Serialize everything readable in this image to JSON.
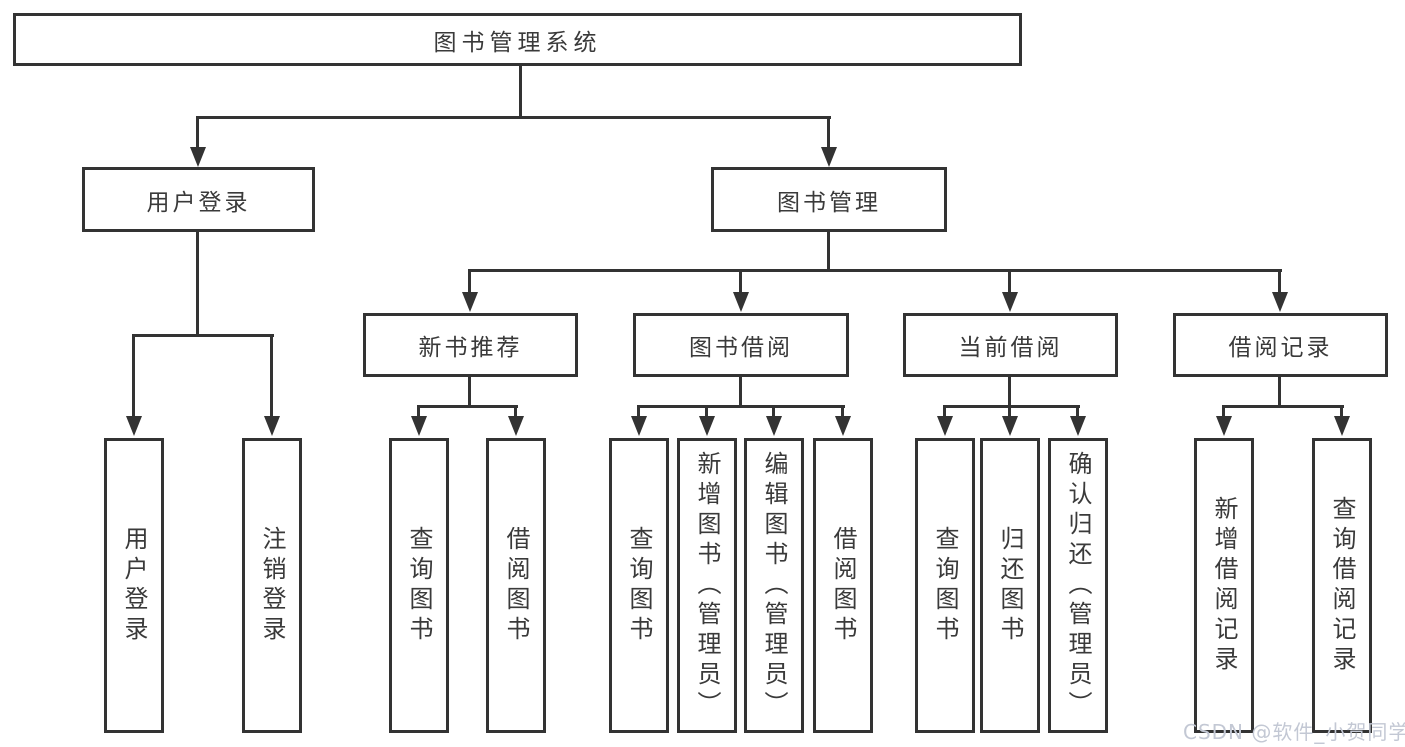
{
  "diagram": {
    "root": {
      "label": "图书管理系统"
    },
    "branches": [
      {
        "label": "用户登录",
        "children": [
          {
            "label": "用户登录"
          },
          {
            "label": "注销登录"
          }
        ]
      },
      {
        "label": "图书管理",
        "children": [
          {
            "label": "新书推荐",
            "children": [
              {
                "label": "查询图书"
              },
              {
                "label": "借阅图书"
              }
            ]
          },
          {
            "label": "图书借阅",
            "children": [
              {
                "label": "查询图书"
              },
              {
                "label": "新增图书（管理员）"
              },
              {
                "label": "编辑图书（管理员）"
              },
              {
                "label": "借阅图书"
              }
            ]
          },
          {
            "label": "当前借阅",
            "children": [
              {
                "label": "查询图书"
              },
              {
                "label": "归还图书"
              },
              {
                "label": "确认归还（管理员）"
              }
            ]
          },
          {
            "label": "借阅记录",
            "children": [
              {
                "label": "新增借阅记录"
              },
              {
                "label": "查询借阅记录"
              }
            ]
          }
        ]
      }
    ]
  },
  "colors": {
    "line": "#333333",
    "text": "#3a3a3a",
    "background": "#ffffff",
    "watermark": "#c3c8d4"
  },
  "watermark": {
    "text": "CSDN @软件_小贺同学"
  }
}
